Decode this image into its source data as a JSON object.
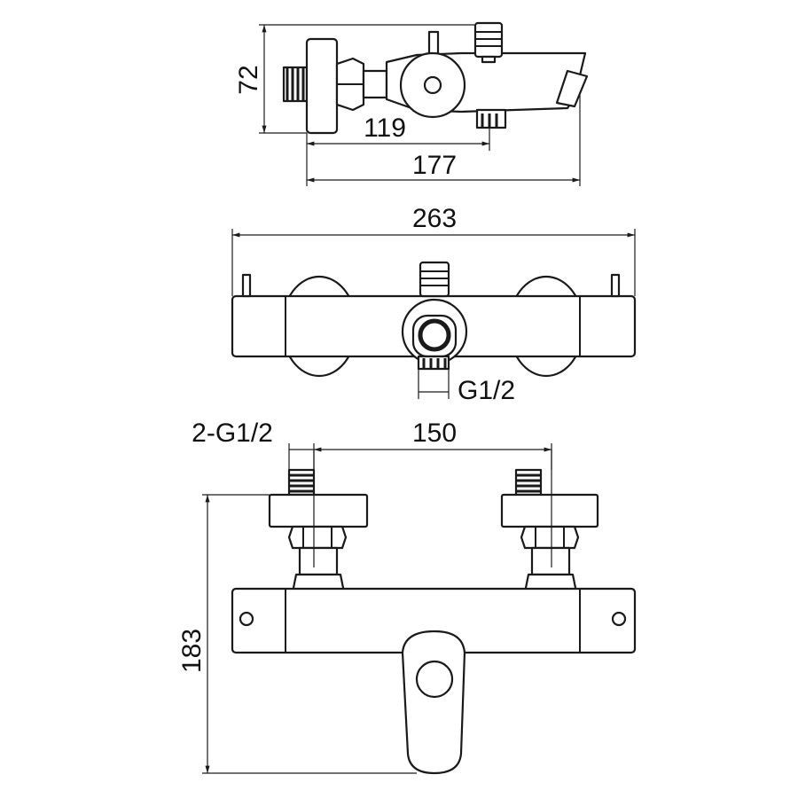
{
  "side_view": {
    "dim_height": "72",
    "dim_inner": "119",
    "dim_overall": "177"
  },
  "top_view": {
    "dim_width": "263",
    "thread_label": "G1/2"
  },
  "front_view": {
    "inlet_label": "2-G1/2",
    "dim_centers": "150",
    "dim_height": "183"
  },
  "colors": {
    "line": "#1a1a1a",
    "background": "#ffffff"
  }
}
